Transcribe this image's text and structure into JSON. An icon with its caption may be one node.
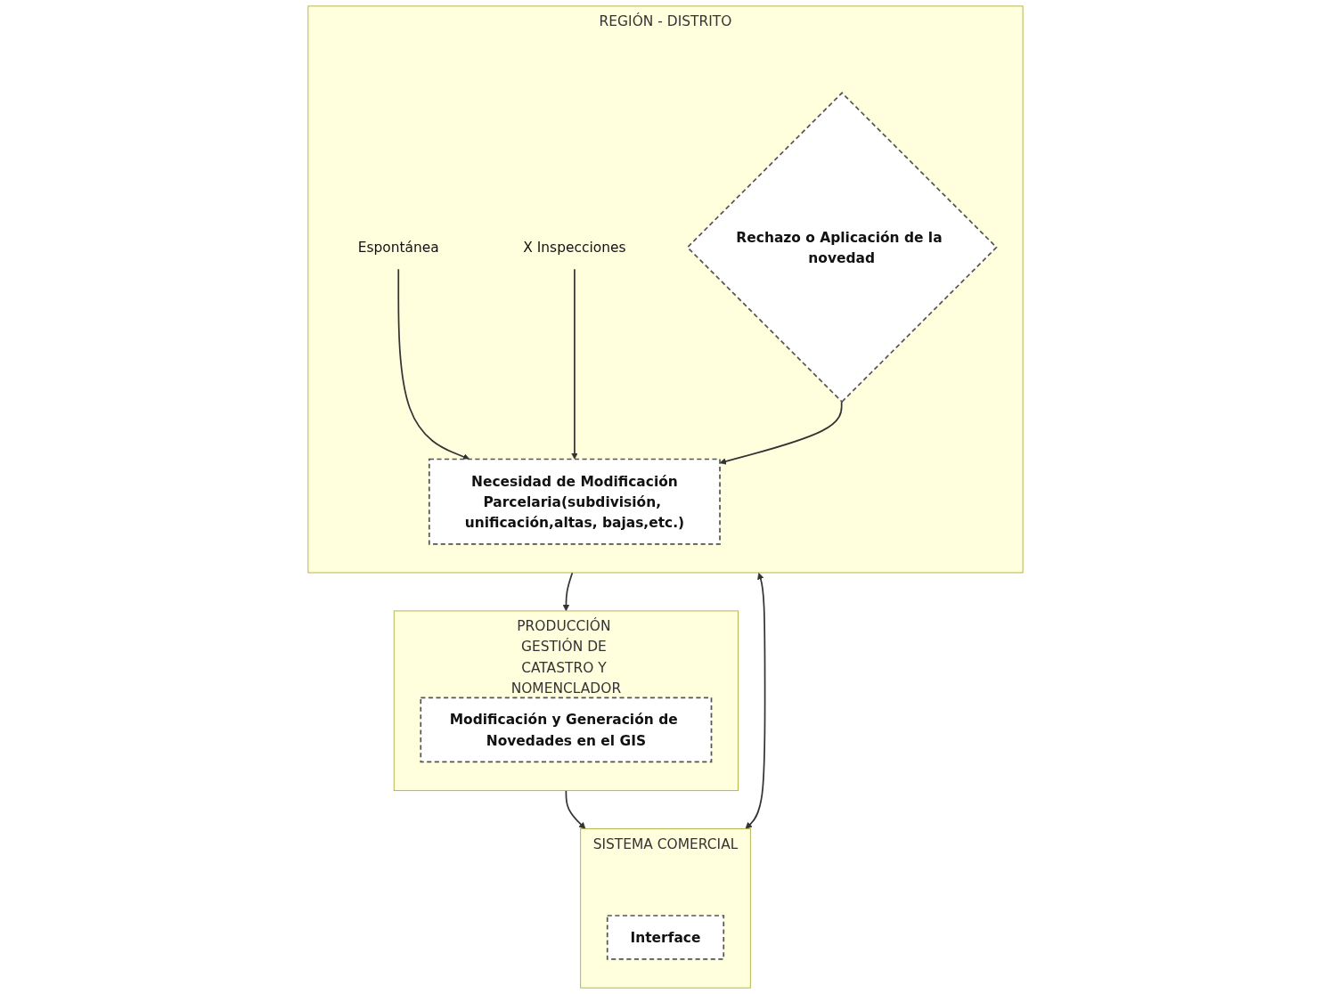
{
  "diagram": {
    "nodes": [
      {
        "text": [
          "REGIÓN -  DISTRITO"
        ]
      },
      {
        "text": [
          "Espontánea"
        ],
        "in": 0
      },
      {
        "text": [
          "X Inspecciones"
        ],
        "in": 0
      },
      {
        "text": [
          "Necesidad de Modificación",
          "Parcelaria(subdivisión, unificación,altas, bajas,etc.)"
        ],
        "in": 0
      },
      {
        "text": [
          "Rechazo o Aplicación de la novedad"
        ],
        "in": 0
      },
      {
        "text": [
          "PRODUCCIÓN GESTIÓN DE CATASTRO Y NOMENCLADOR"
        ]
      },
      {
        "text": [
          "Modificación y Generación de Novedades en el GIS"
        ],
        "in": 5
      },
      {
        "text": [
          "SISTEMA COMERCIAL"
        ]
      },
      {
        "text": [
          "Interface"
        ],
        "in": 7
      }
    ],
    "edges": [
      {
        "from": 1,
        "to": 3,
        "arrow": "to"
      },
      {
        "from": 2,
        "to": 3,
        "arrow": "to"
      },
      {
        "from": 4,
        "to": 3,
        "arrow": "to"
      },
      {
        "from": 0,
        "to": 5,
        "arrow": "to"
      },
      {
        "from": 5,
        "to": 7,
        "arrow": "to"
      },
      {
        "from": 0,
        "to": 7,
        "arrow": "both"
      }
    ]
  }
}
